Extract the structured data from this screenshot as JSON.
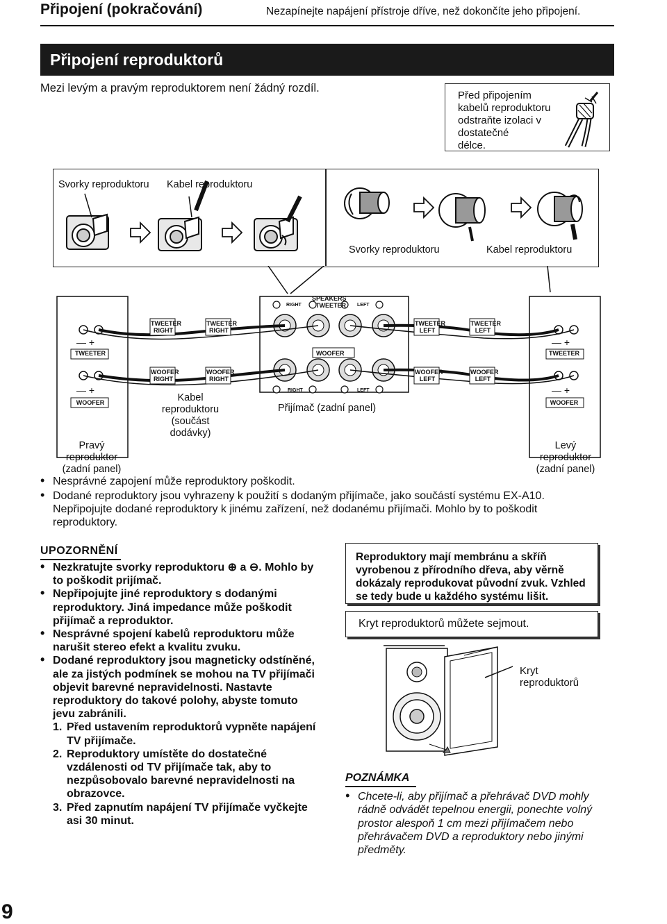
{
  "header": {
    "title": "Připojení (pokračování)",
    "note": "Nezapínejte napájení přístroje dříve, než dokončíte jeho připojení."
  },
  "section": {
    "title": "Připojení reproduktorů",
    "intro": "Mezi levým a pravým reproduktorem není žádný rozdíl."
  },
  "strip_note": [
    "Před připojením",
    "kabelů reproduktoru",
    "odstraňte izolaci v",
    "dostatečné",
    "délce."
  ],
  "steps": {
    "terminal_label_1": "Svorky reproduktoru",
    "cable_label_1": "Kabel reproduktoru",
    "terminal_label_2": "Svorky reproduktoru",
    "cable_label_2": "Kabel reproduktoru"
  },
  "wiring": {
    "speakers": "SPEAKERS",
    "tweeter": "TWEETER",
    "woofer": "WOOFER",
    "right": "RIGHT",
    "left": "LEFT",
    "tweeter_right": [
      "TWEETER",
      "RIGHT"
    ],
    "woofer_right": [
      "WOOFER",
      "RIGHT"
    ],
    "tweeter_left": [
      "TWEETER",
      "LEFT"
    ],
    "woofer_left": [
      "WOOFER",
      "LEFT"
    ],
    "minus_plus": "—  +",
    "cable_label": [
      "Kabel",
      "reproduktoru",
      "(součást",
      "dodávky)"
    ],
    "receiver_label": "Přijímač (zadní panel)",
    "right_speaker_label": [
      "Pravý",
      "reproduktor",
      "(zadní panel)"
    ],
    "left_speaker_label": [
      "Levý",
      "reproduktor",
      "(zadní panel)"
    ]
  },
  "bullets": [
    "Nesprávné zapojení může reproduktory poškodit.",
    "Dodané reproduktory jsou vyhrazeny k použití s dodaným přijímače, jako součástí systému EX-A10. Nepřipojujte dodané reproduktory k jinému zařízení, než dodanému přijímači. Mohlo by to poškodit reproduktory."
  ],
  "caution": {
    "heading": "UPOZORNĚNÍ",
    "items": [
      "Nezkratujte svorky reproduktoru ⊕ a ⊖. Mohlo by to poškodit prijímač.",
      "Nepřipojujte jiné reproduktory s dodanými reproduktory. Jiná impedance může poškodit přijímač a reproduktor.",
      "Nesprávné spojení kabelů reproduktoru může narušit stereo efekt a kvalitu zvuku.",
      "Dodané reproduktory jsou magneticky odstíněné, ale za jistých podmínek se mohou na TV přijímači objevit barevné nepravidelnosti. Nastavte reproduktory do takové polohy, abyste tomuto jevu zabránili."
    ],
    "steps": [
      {
        "n": "1.",
        "text": "Před ustavením reproduktorů vypněte napájení TV přijímače."
      },
      {
        "n": "2.",
        "text": "Reproduktory umístěte do dostatečné vzdálenosti od TV přijímače tak, aby to nezpůsobovalo barevné nepravidelnosti na obrazovce."
      },
      {
        "n": "3.",
        "text": "Před zapnutím napájení TV přijímače vyčkejte asi 30 minut."
      }
    ]
  },
  "cabinet_box": "Reproduktory mají membránu a skříň vyrobenou z přírodního dřeva, aby věrně dokázaly reprodukovat původní zvuk. Vzhled se tedy bude u každého systému lišit.",
  "grill_box": "Kryt reproduktorů můžete sejmout.",
  "grill_label": [
    "Kryt",
    "reproduktorů"
  ],
  "note": {
    "heading": "POZNÁMKA",
    "text": "Chcete-li, aby přijímač a přehrávač DVD mohly rádně odvádět tepelnou energii, ponechte volný prostor alespoň 1 cm mezi přijímačem nebo přehrávačem DVD a reproduktory nebo jinými předměty."
  },
  "page_number": "9"
}
